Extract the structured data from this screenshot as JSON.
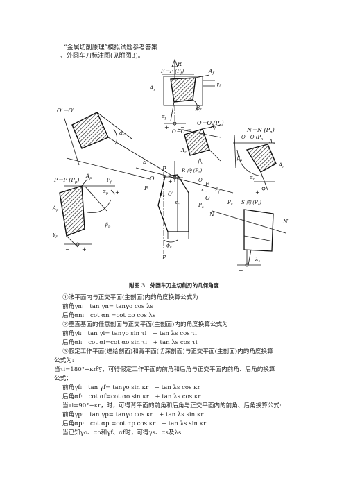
{
  "title": "“金属切削原理”模拟试题参考答案",
  "section1": "一、外圆车刀标注图(见附图3)。",
  "figure": {
    "caption": "附图 3　外圆车刀主切削刃的几何角度",
    "labels": {
      "R": "R",
      "F_F": "F－F (P",
      "F_F_sub": "f",
      "F_F_end": ")",
      "Af": "A",
      "Af_sub": "f",
      "Ar": "A",
      "Ar_sub": "r",
      "betaf": "β",
      "betaf_sub": "f",
      "alphaf": "α",
      "alphaf_sub": "f",
      "O_O": "O－O (P",
      "O_O_sub": "o",
      "O_O_end": ")",
      "NN": "N－N (P",
      "NN_sub": "n",
      "NN_end": ")",
      "OO_prime": "O′－O′",
      "PP": "P－P (P",
      "PP_sub": "p",
      "PP_end": ")",
      "R_view": "R 向 (P",
      "R_view_sub": "r",
      "R_view_end": ")",
      "S_view": "S 向 (P",
      "S_view_sub": "s",
      "S_view_end": ")",
      "S": "S",
      "P": "P",
      "F": "F",
      "O": "O",
      "N": "N",
      "kr": "κ",
      "kr_sub": "r",
      "epsilon": "ε",
      "epsilon_sub": "r",
      "phi": "ϕ",
      "phi_sub": "r",
      "lambda": "λ",
      "lambda_sub": "s",
      "gamma_p": "γ",
      "gamma_p_sub": "p",
      "alpha_p": "α",
      "alpha_p_sub": "p",
      "beta_p": "β",
      "beta_p_sub": "p",
      "plus": "+",
      "minus": "−"
    }
  },
  "lines": [
    "①法平面内与正交平面(主剖面)内的角度换算公式为",
    "前角γn:　tan γn= tanγo cos λs",
    "后角αn:　cot αn =cot αo cos λs",
    "②垂直基面的任意剖面与正交平面(主剖面)内的角度换算公式为",
    "前角γi:　tan γi= tanγo sin τi　+ tan λs cos τi",
    "后角αi:　cot αi=cot αo sin τi　+ tan λs cos τi",
    "③假定工作平面(进给剖面)和背平面(切深剖面)与正交平面(主剖面)内的角度换算",
    "公式为:",
    "当τi=180°−κr时，可得假定工作平面的前角和后角与正交平面内前角、后角的换算",
    "公式：",
    "前角γf:　tan γf= tanγo sin κr　+ tan λs cos κr",
    "后角αf:　cot αf=cot αo sin κr　+ tan λs cos κr",
    "当τi=90°−κr，时，可得背平面的前角和后角与正交平面内的前角、后角换算公式:",
    "前角γp:　tan γp= tanγo cos κr　+ tan λs sin κr",
    "后角αp:　cot αp =cot αp cos κr　+ tan λs sin κr",
    "当已知γo、αo和γf、αf时，可得γs、αs及λs"
  ]
}
